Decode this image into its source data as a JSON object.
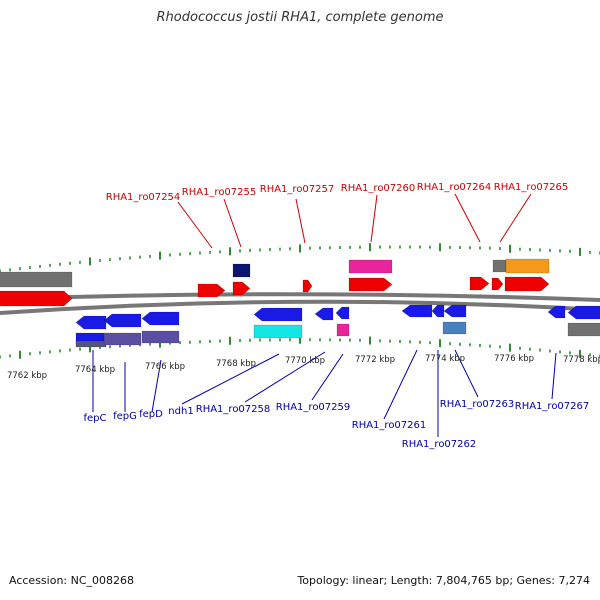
{
  "title": "Rhodococcus jostii RHA1, complete genome",
  "footer": {
    "accession": "Accession: NC_008268",
    "stats": "Topology: linear; Length: 7,804,765 bp; Genes: 7,274"
  },
  "colors": {
    "red_label": "#cc0000",
    "blue_label": "#0000aa",
    "backbone": "#777777",
    "ticks": "#2e8b2e"
  },
  "scale": {
    "labels": [
      "7762 kbp",
      "7764 kbp",
      "7766 kbp",
      "7768 kbp",
      "7770 kbp",
      "7772 kbp",
      "7774 kbp",
      "7776 kbp",
      "7778 kbp"
    ]
  },
  "top_genes": [
    "RHA1_ro07254",
    "RHA1_ro07255",
    "RHA1_ro07257",
    "RHA1_ro07260",
    "RHA1_ro07264",
    "RHA1_ro07265"
  ],
  "bottom_genes": [
    "fepC",
    "fepG",
    "fepD",
    "ndh1",
    "RHA1_ro07258",
    "RHA1_ro07259",
    "RHA1_ro07261",
    "RHA1_ro07262",
    "RHA1_ro07263",
    "RHA1_ro07267"
  ]
}
